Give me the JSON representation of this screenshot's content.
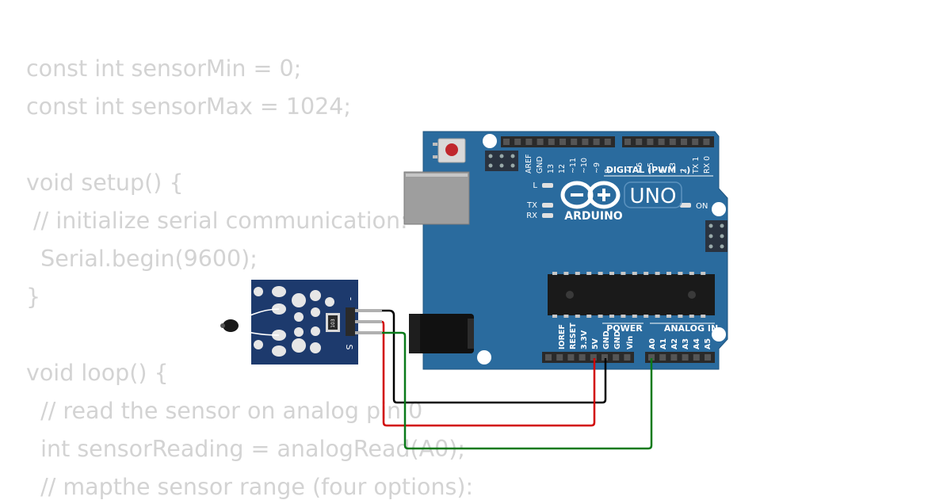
{
  "code_lines": [
    "const int sensorMin = 0;",
    "const int sensorMax = 1024;",
    "",
    "void setup() {",
    " // initialize serial communication:",
    "  Serial.begin(9600);",
    "}",
    "",
    "void loop() {",
    "  // read the sensor on analog pin 0",
    "  int sensorReading = analogRead(A0);",
    "  // mapthe sensor range (four options):"
  ],
  "board": {
    "logo_text": "ARDUINO",
    "model": "UNO",
    "digital_header_label": "DIGITAL (PWM ~)",
    "power_header_label": "POWER",
    "analog_header_label": "ANALOG IN",
    "led_l": "L",
    "led_tx": "TX",
    "led_rx": "RX",
    "led_on": "ON",
    "digital_pins": [
      "AREF",
      "GND",
      "13",
      "12",
      "~11",
      "~10",
      "~9",
      "8",
      "7",
      "~6",
      "~5",
      "4",
      "~3",
      "2",
      "TX 1",
      "RX 0"
    ],
    "power_pins": [
      "IOREF",
      "RESET",
      "3.3V",
      "5V",
      "GND",
      "GND",
      "Vin"
    ],
    "analog_pins": [
      "A0",
      "A1",
      "A2",
      "A3",
      "A4",
      "A5"
    ]
  },
  "sensor_module": {
    "pin_minus": "-",
    "pin_signal": "S",
    "resistor_marking": "103"
  },
  "colors": {
    "board": "#2a6b9e",
    "module": "#1d3a6d",
    "wire_gnd": "#000000",
    "wire_5v": "#d10000",
    "wire_signal": "#0a7a1a",
    "code_text": "#d3d3d3"
  }
}
